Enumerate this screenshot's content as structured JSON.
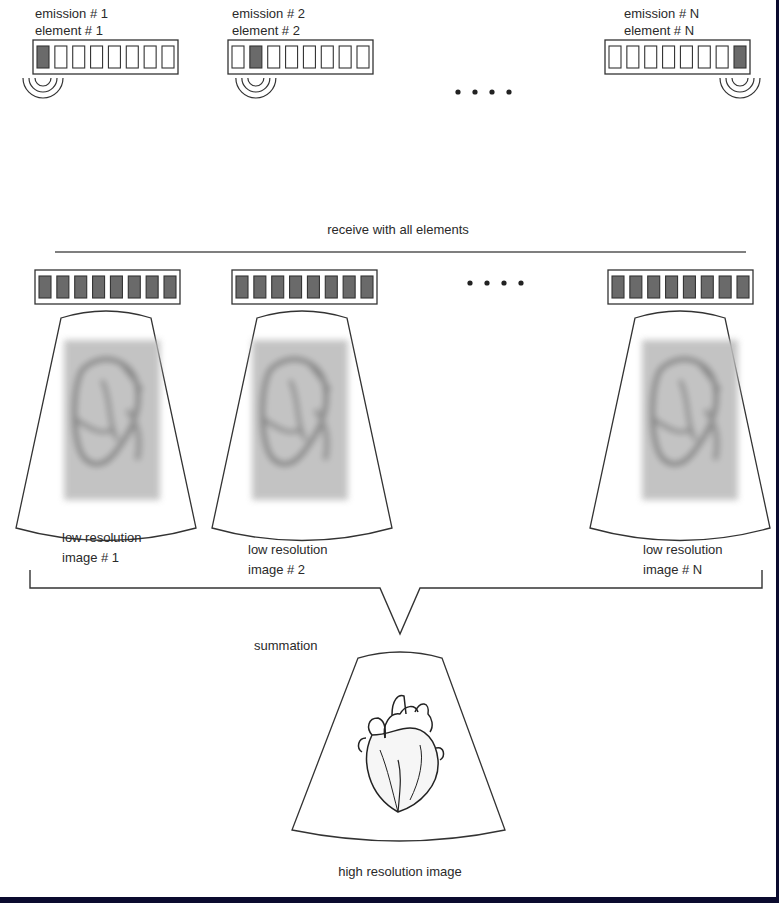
{
  "diagram": {
    "labels": [
      "emission # 1",
      "element # 1",
      "emission # 2",
      "element # 2",
      "emission # N",
      "element # N",
      "receive with all elements",
      "low resolution",
      "image # 1",
      "low resolution",
      "image # 2",
      "low resolution",
      "image # N",
      "summation",
      "high resolution image"
    ]
  }
}
